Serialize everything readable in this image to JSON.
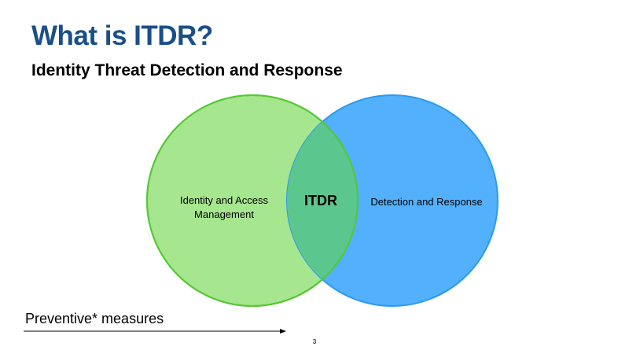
{
  "slide": {
    "title": "What is ITDR?",
    "subtitle": "Identity Threat Detection and Response",
    "page_number": "3"
  },
  "colors": {
    "title": "#1a4f87",
    "left_circle_fill": "#a5e68f",
    "left_circle_stroke": "#55c832",
    "right_circle_fill": "#52b0fc",
    "right_circle_stroke": "#2c9bee",
    "overlap_fill": "#5cc68f"
  },
  "venn": {
    "left_label": "Identity and Access Management",
    "center_label": "ITDR",
    "right_label": "Detection and Response"
  },
  "measures": {
    "label": "Preventive* measures",
    "arrow_direction": "right"
  }
}
